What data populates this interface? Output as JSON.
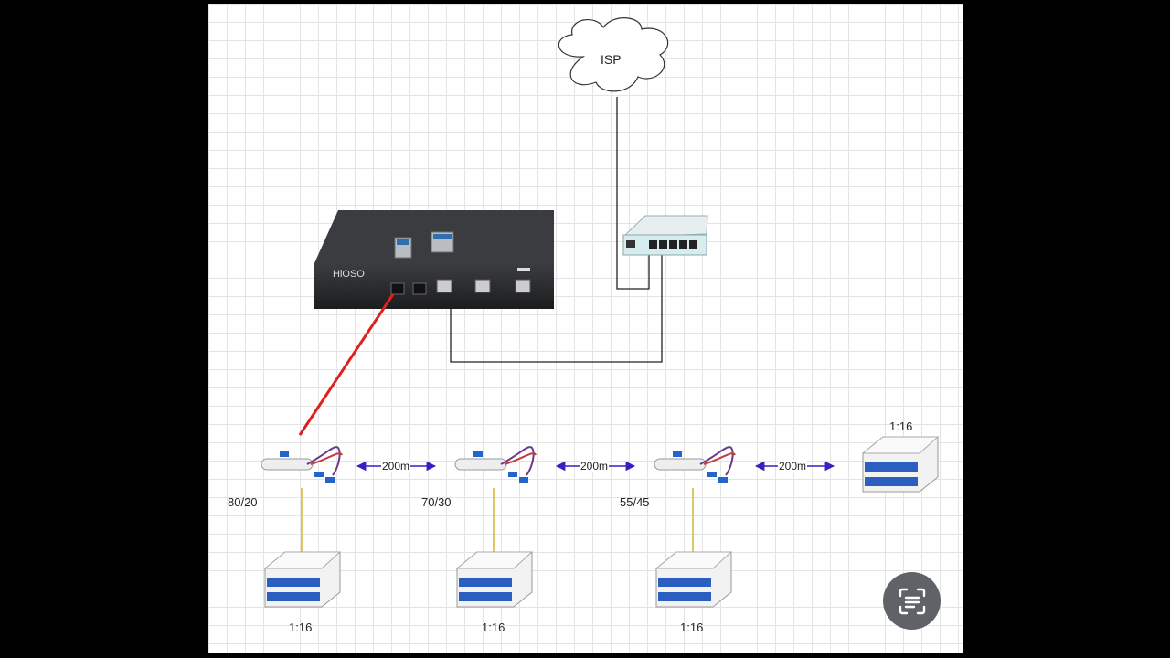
{
  "diagram": {
    "isp_label": "ISP",
    "olt": {
      "brand": "HiOSO"
    },
    "splitters": [
      {
        "ratio": "80/20"
      },
      {
        "ratio": "70/30"
      },
      {
        "ratio": "55/45"
      }
    ],
    "distances": [
      "200m",
      "200m",
      "200m"
    ],
    "split_boxes": [
      {
        "ratio": "1:16"
      },
      {
        "ratio": "1:16"
      },
      {
        "ratio": "1:16"
      },
      {
        "ratio": "1:16"
      }
    ]
  },
  "colors": {
    "fiber": "#e02020",
    "distance_arrow": "#3a1fbf",
    "drop_cable": "#d8c86a",
    "ethernet": "#222222"
  },
  "overlay": {
    "icon": "screen-search-icon"
  }
}
